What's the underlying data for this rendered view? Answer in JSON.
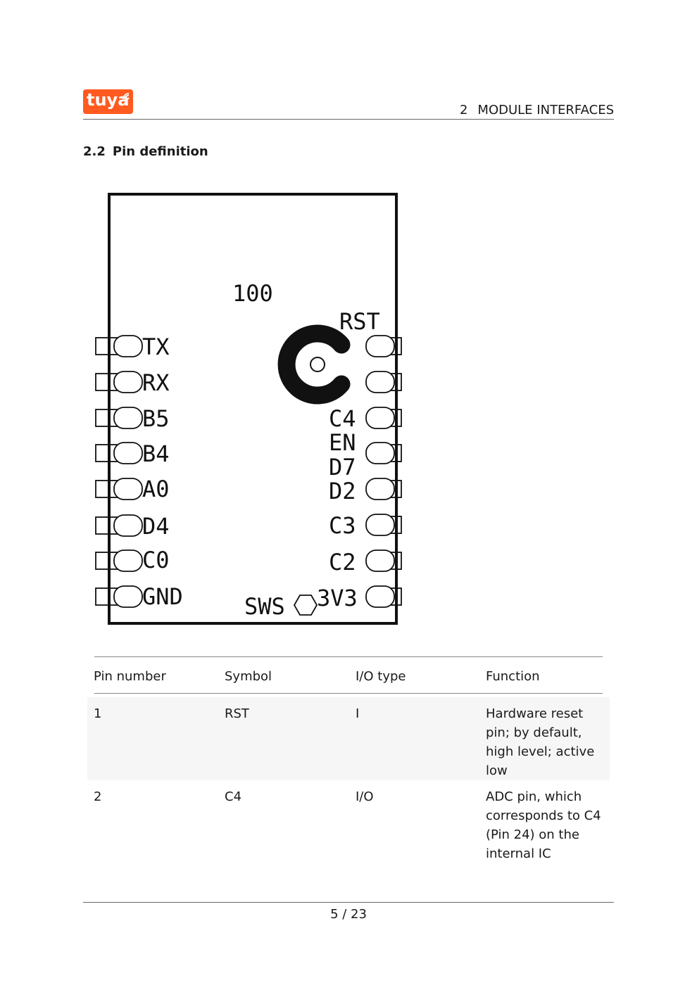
{
  "header": {
    "logo_text": "tuya",
    "section_number": "2",
    "section_title": "MODULE INTERFACES"
  },
  "section": {
    "number": "2.2",
    "title": "Pin definition"
  },
  "diagram": {
    "module_label": "100",
    "left_pins": [
      "TX",
      "RX",
      "B5",
      "B4",
      "A0",
      "D4",
      "C0",
      "GND"
    ],
    "right_pins": [
      "RST",
      "C4",
      "EN",
      "D7",
      "D2",
      "C3",
      "C2",
      "3V3"
    ],
    "bottom_pin": "SWS"
  },
  "table": {
    "columns": [
      "Pin number",
      "Symbol",
      "I/O type",
      "Function"
    ],
    "rows": [
      {
        "pin": "1",
        "symbol": "RST",
        "io": "I",
        "function": [
          "Hardware reset",
          "pin; by default,",
          "high level; active",
          "low"
        ]
      },
      {
        "pin": "2",
        "symbol": "C4",
        "io": "I/O",
        "function": [
          "ADC pin, which",
          "corresponds to C4",
          "(Pin 24) on the",
          "internal IC"
        ]
      }
    ]
  },
  "footer": {
    "page": "5 / 23"
  }
}
